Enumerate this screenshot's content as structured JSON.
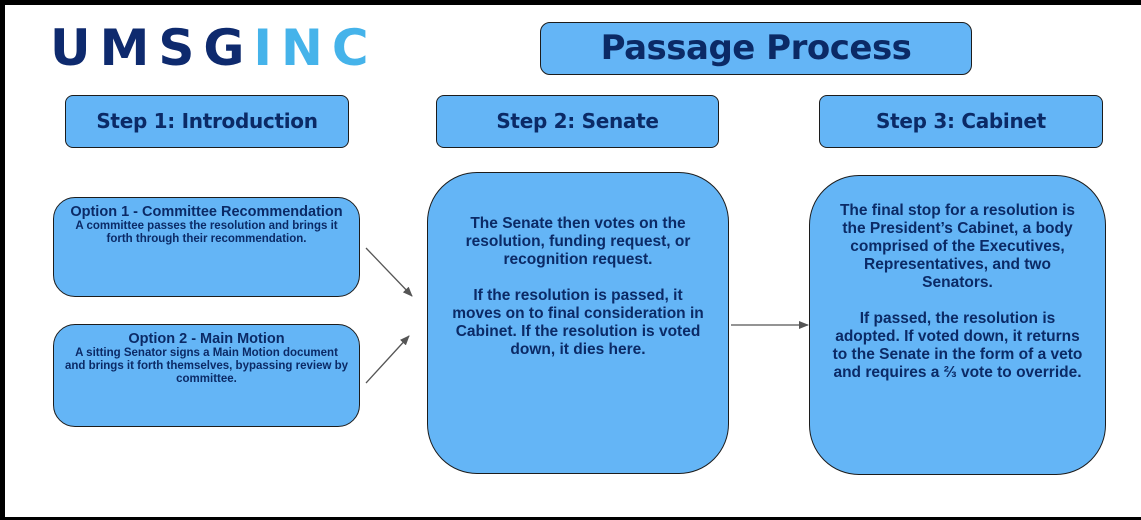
{
  "logo": {
    "part1": "UMSG",
    "part2": "INC"
  },
  "title": "Passage Process",
  "steps": [
    {
      "label": "Step 1: Introduction"
    },
    {
      "label": "Step 2: Senate"
    },
    {
      "label": "Step 3: Cabinet"
    }
  ],
  "options": [
    {
      "title": "Option 1 - Committee Recommendation",
      "text": "A committee passes the resolution and brings it forth through their recommendation."
    },
    {
      "title": "Option 2 - Main Motion",
      "text": "A sitting Senator signs a Main Motion document and brings it forth themselves, bypassing review by committee."
    }
  ],
  "senate": {
    "p1": "The Senate then votes on the resolution, funding request, or recognition request.",
    "p2": "If the resolution is passed, it moves on to final consideration in Cabinet. If the resolution is voted down, it dies here."
  },
  "cabinet": {
    "p1": "The final stop for a resolution is the President’s Cabinet, a body comprised of the Executives, Representatives, and two Senators.",
    "p2": "If passed, the resolution is adopted. If voted down, it returns to the Senate in the form of a veto and requires a ⅔ vote to override."
  },
  "colors": {
    "box_fill": "#64b5f6",
    "text_dark": "#0b2a66",
    "logo_dark": "#0e2a6e",
    "logo_light": "#45b3ea"
  }
}
